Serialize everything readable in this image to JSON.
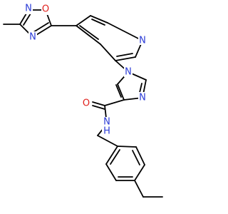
{
  "molecule": {
    "colors": {
      "bond": "#000000",
      "N": "#2a3bd6",
      "O": "#e0201c",
      "background": "#ffffff"
    },
    "atom_labels": [
      {
        "id": "ox-N2",
        "text": "N",
        "element": "N"
      },
      {
        "id": "ox-O1",
        "text": "O",
        "element": "O"
      },
      {
        "id": "ox-N4",
        "text": "N",
        "element": "N"
      },
      {
        "id": "py-N",
        "text": "N",
        "element": "N"
      },
      {
        "id": "im-N1",
        "text": "N",
        "element": "N"
      },
      {
        "id": "im-N3",
        "text": "N",
        "element": "N"
      },
      {
        "id": "amide-O",
        "text": "O",
        "element": "O"
      },
      {
        "id": "amide-N",
        "text": "N",
        "element": "N"
      },
      {
        "id": "amide-H",
        "text": "H",
        "element": "N"
      }
    ]
  }
}
